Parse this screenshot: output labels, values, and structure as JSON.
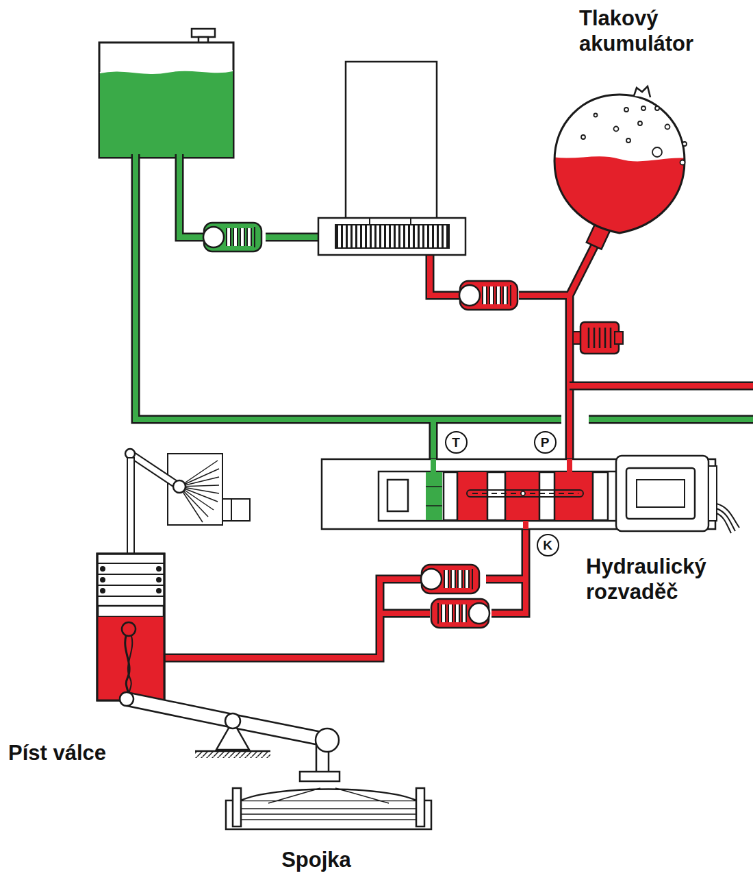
{
  "diagram": {
    "nodes": [
      {
        "text": [
          "T"
        ]
      },
      {
        "text": [
          "P"
        ]
      },
      {
        "text": [
          "K"
        ]
      }
    ],
    "labels": [
      "Tlakový akumulátor",
      "Hydraulický rozvaděč",
      "Píst válce",
      "Spojka"
    ]
  }
}
